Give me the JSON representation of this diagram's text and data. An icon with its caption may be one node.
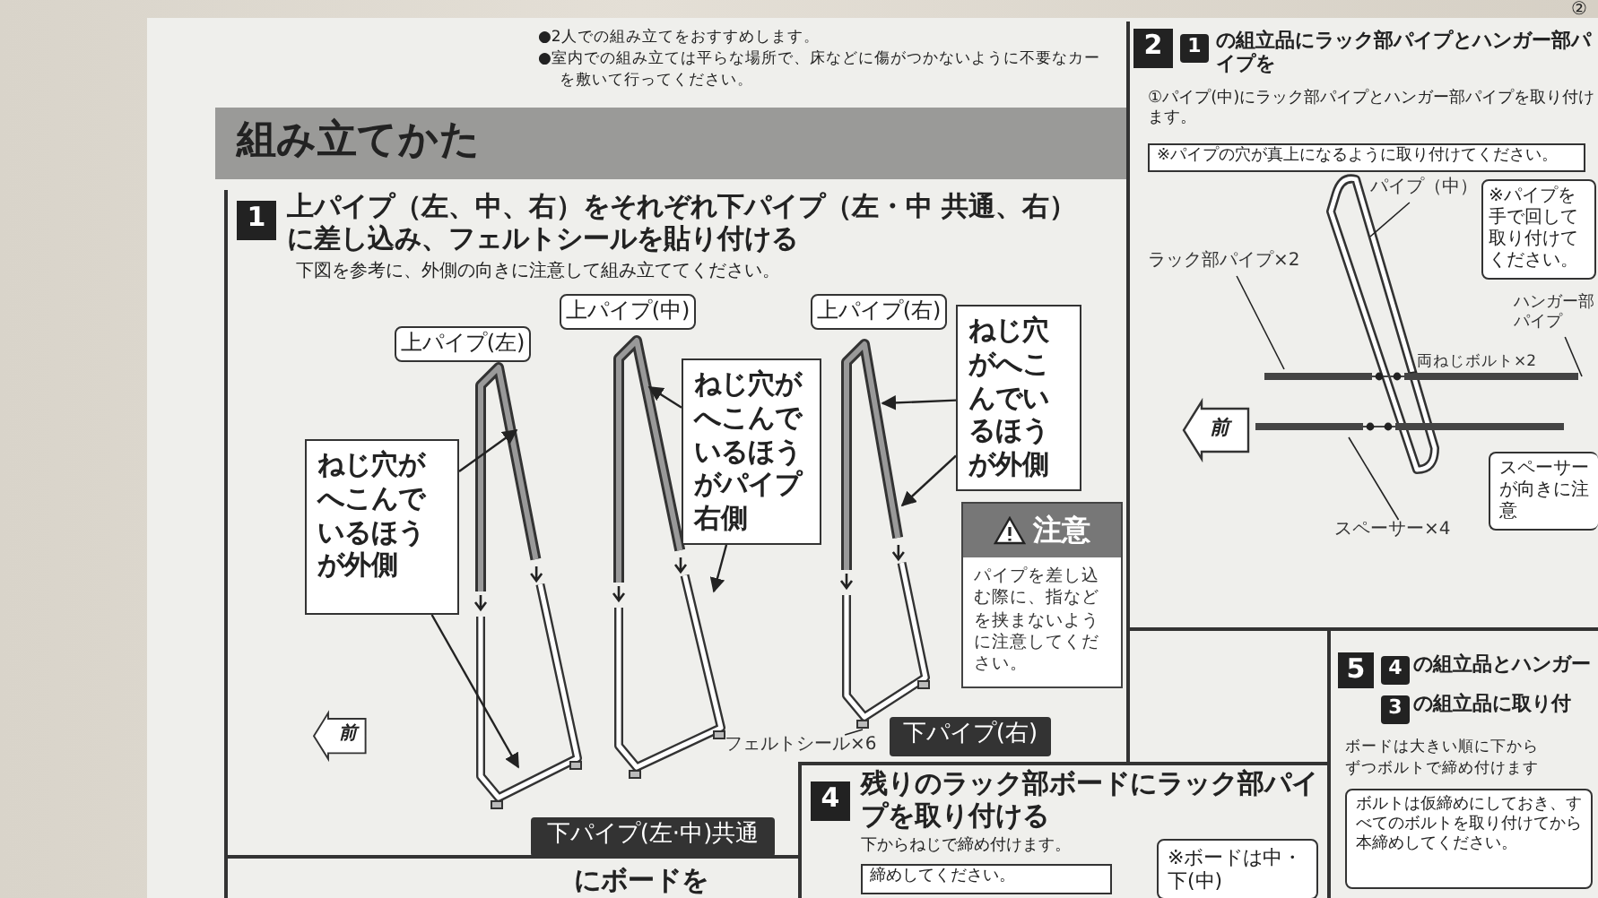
{
  "diagram": {
    "title": "組み立てかた",
    "nodes": [
      {
        "text": [
          "上パイプ(左)"
        ]
      },
      {
        "text": [
          "上パイプ(中)"
        ]
      },
      {
        "text": [
          "上パイプ(右)"
        ]
      },
      {
        "text": [
          "ねじ穴がへこんでいるほうが外側"
        ]
      },
      {
        "text": [
          "ねじ穴がへこんでいるほうがパイプ右側"
        ]
      },
      {
        "text": [
          "ねじ穴がへこんでいるほうが外側"
        ]
      },
      {
        "text": [
          "注意",
          "パイプを差し込む際に、指などを挟まないように注意してください。"
        ]
      },
      {
        "text": [
          "下パイプ(左·中)共通"
        ]
      },
      {
        "text": [
          "下パイプ(右)"
        ]
      },
      {
        "text": [
          "フェルトシール×6"
        ]
      },
      {
        "text": [
          "※パイプの穴が真上になるように取り付けてください。"
        ]
      },
      {
        "text": [
          "パイプ（中）"
        ]
      },
      {
        "text": [
          "ラック部パイプ×2"
        ]
      },
      {
        "text": [
          "※パイプを手で回して取り付けてください。"
        ]
      },
      {
        "text": [
          "両ねじボルト×2"
        ]
      },
      {
        "text": [
          "ハンガー部パイプ"
        ]
      },
      {
        "text": [
          "スペーサー×4"
        ]
      },
      {
        "text": [
          "スペーサーが向きに注意"
        ]
      },
      {
        "text": [
          "※ボードは中・下(中)"
        ]
      },
      {
        "text": [
          "ボルトは仮締めにしておき、すべてのボルトを取り付けてから本締めしてください。"
        ]
      },
      {
        "text": [
          "締めしてください。"
        ]
      }
    ],
    "edges": [
      {
        "from": 3,
        "to": null,
        "arrow": "to"
      },
      {
        "from": 3,
        "to": null,
        "arrow": "to"
      },
      {
        "from": 4,
        "to": null,
        "arrow": "to"
      },
      {
        "from": 4,
        "to": null,
        "arrow": "to"
      },
      {
        "from": 5,
        "to": null,
        "arrow": "to"
      },
      {
        "from": 5,
        "to": null,
        "arrow": "to"
      },
      {
        "from": 9,
        "to": null,
        "arrow": "none"
      },
      {
        "from": 11,
        "to": null,
        "arrow": "none"
      },
      {
        "from": 12,
        "to": null,
        "arrow": "none"
      },
      {
        "from": 14,
        "to": null,
        "arrow": "none"
      },
      {
        "from": 15,
        "to": null,
        "arrow": "none"
      },
      {
        "from": 16,
        "to": null,
        "arrow": "none"
      }
    ],
    "labels": [
      "●2人での組み立てをおすすめします。",
      "●室内での組み立ては平らな場所で、床などに傷がつかないように不要なカー",
      "を敷いて行ってください。",
      "1",
      "上パイプ（左、中、右）をそれぞれ下パイプ（左・中 共通、右）に差し込み、フェルトシールを貼り付ける",
      "下図を参考に、外側の向きに注意して組み立ててください。",
      "前",
      "2",
      "1",
      "の組立品にラック部パイプとハンガー部パイプを",
      "①パイプ(中)にラック部パイプとハンガー部パイプを取り付けます。",
      "前",
      "②",
      "にボードを",
      "4",
      "残りのラック部ボードにラック部パイプを取り付ける",
      "下からねじで締め付けます。",
      "5",
      "4",
      "の組立品とハンガー",
      "3",
      "の組立品に取り付",
      "ボードは大きい順に下から",
      "ずつボルトで締め付けます"
    ]
  }
}
